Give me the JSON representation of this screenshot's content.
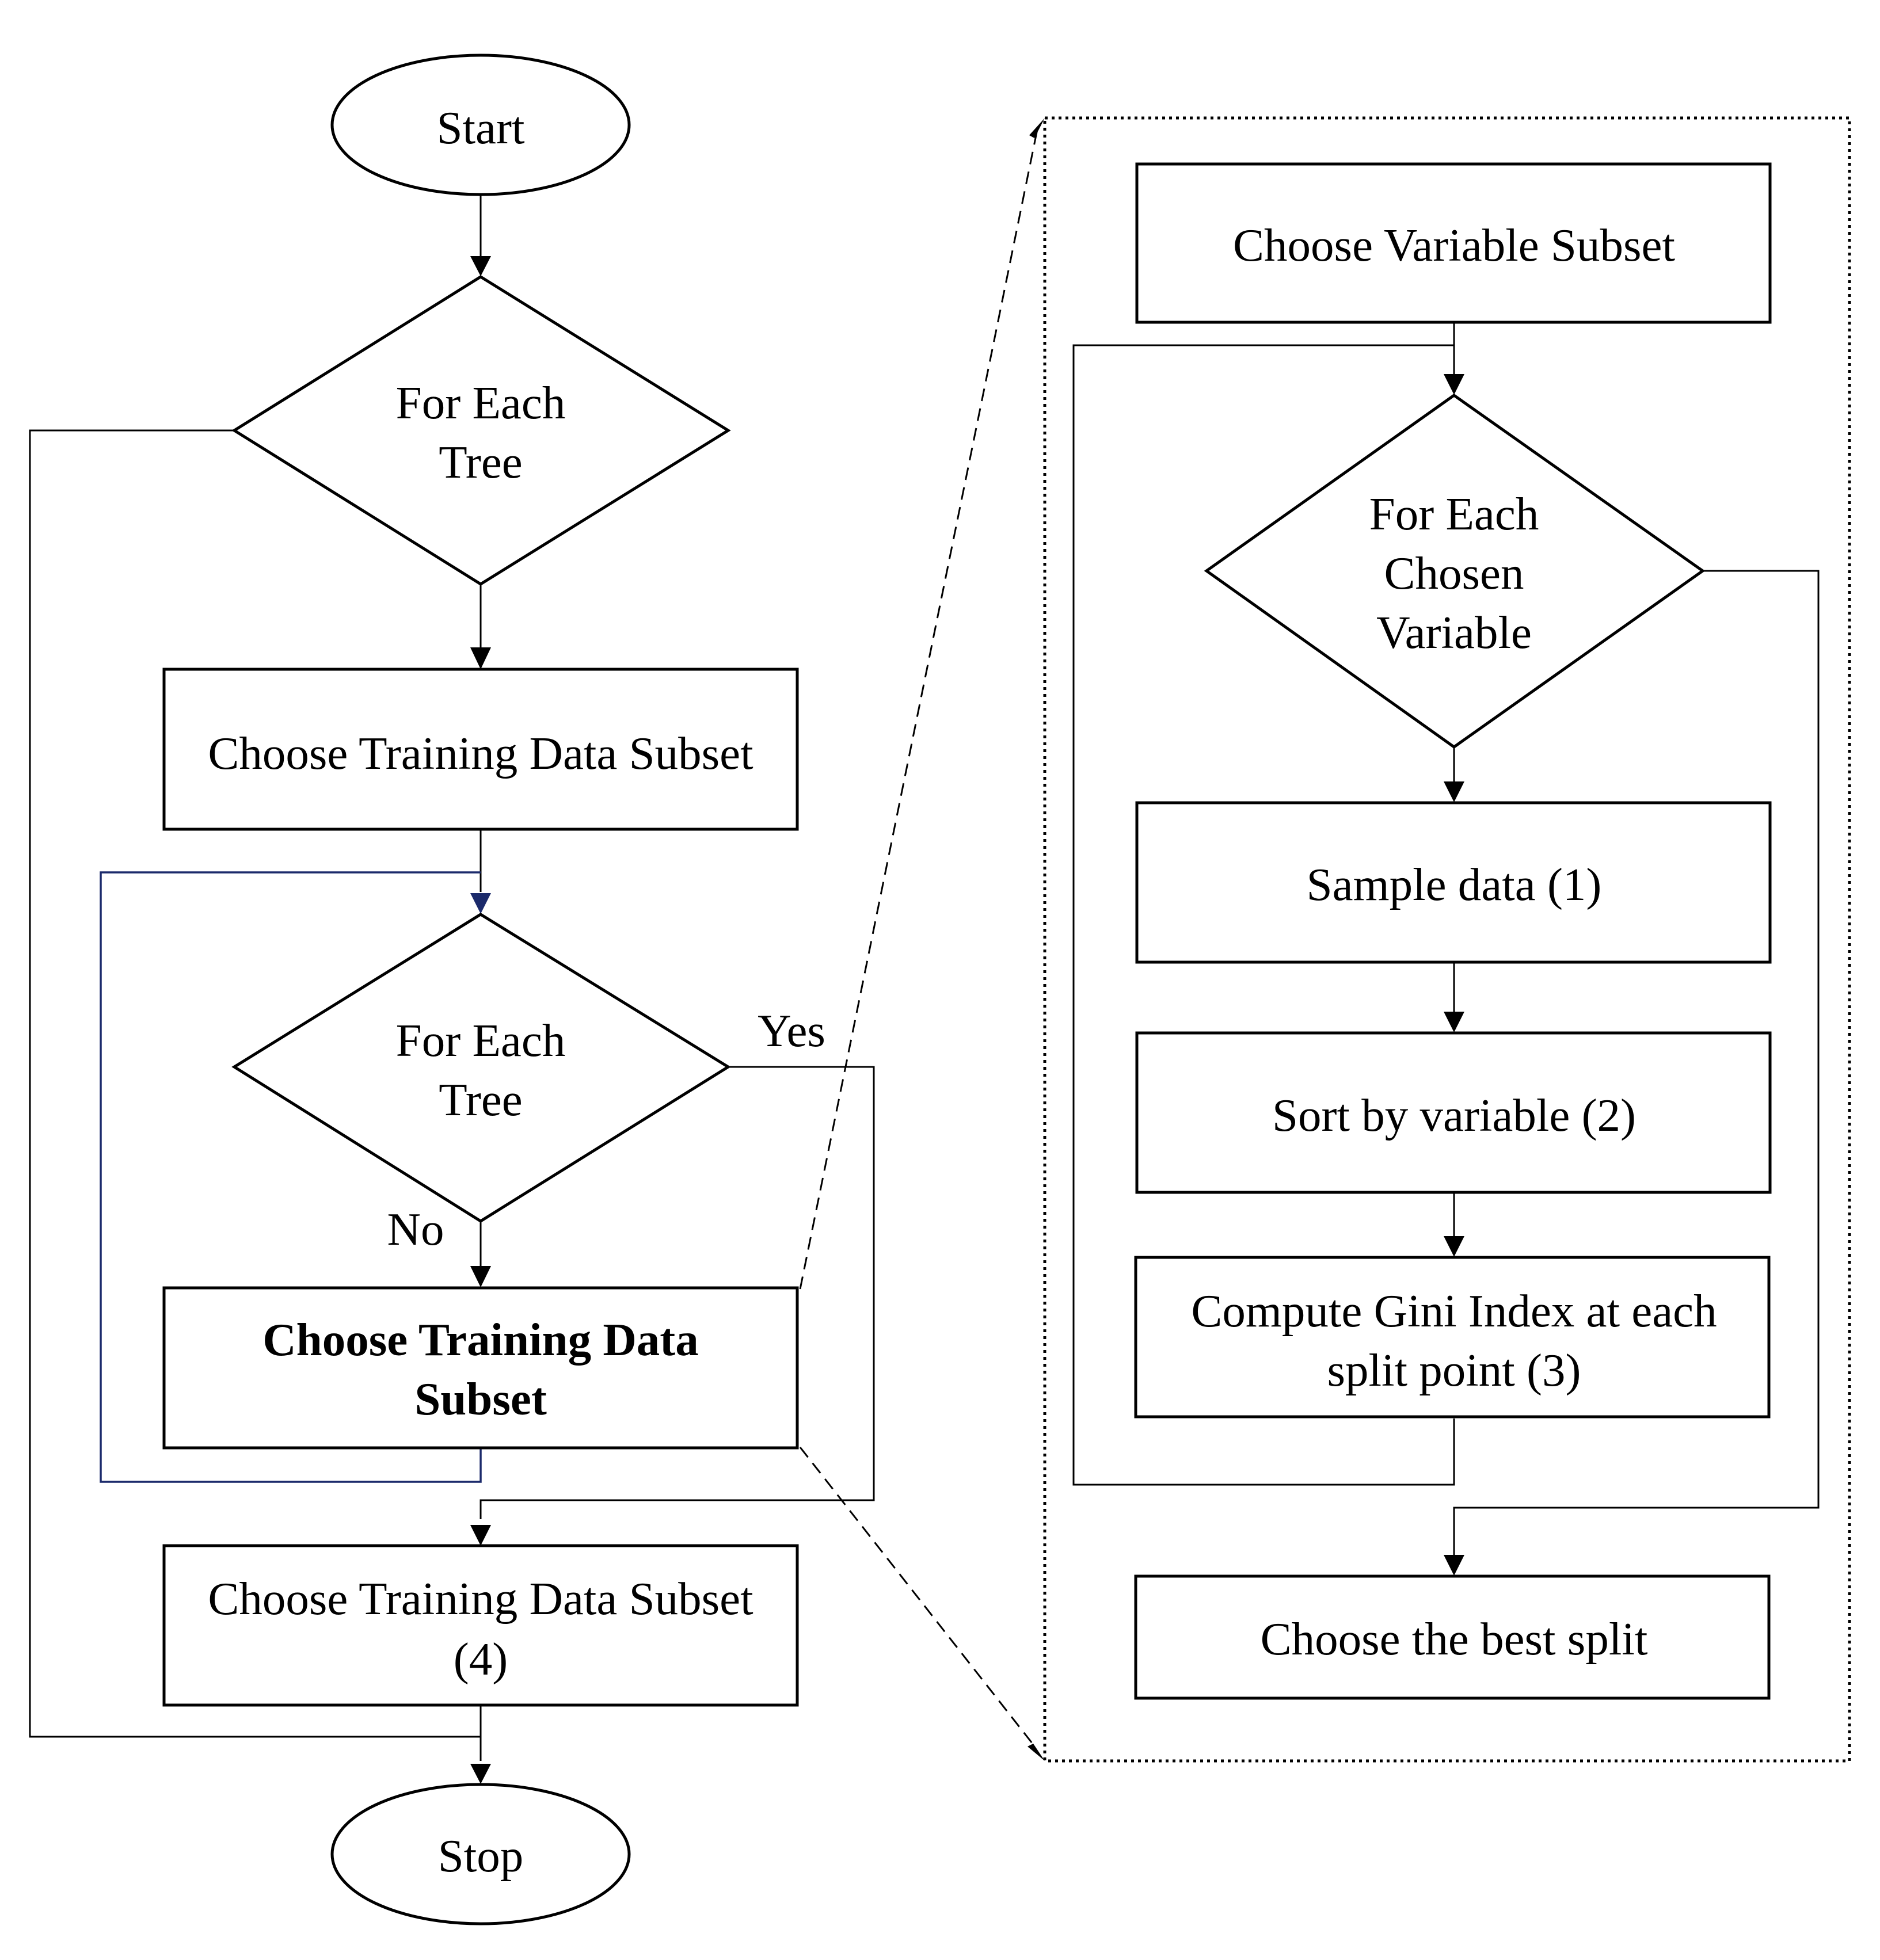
{
  "main_flow": {
    "start": "Start",
    "loop1": [
      "For Each",
      "Tree"
    ],
    "box1": "Choose Training Data Subset",
    "loop2": [
      "For Each",
      "Tree"
    ],
    "box2": [
      "Choose Training Data",
      "Subset"
    ],
    "box3": [
      "Choose Training Data Subset",
      "(4)"
    ],
    "stop": "Stop",
    "label_yes": "Yes",
    "label_no": "No"
  },
  "detail_flow": {
    "box_variable": "Choose Variable Subset",
    "loop_variable": [
      "For Each",
      "Chosen",
      "Variable"
    ],
    "sample": "Sample data (1)",
    "sort": "Sort by variable (2)",
    "gini": [
      "Compute Gini Index at each",
      "split point (3)"
    ],
    "best": "Choose the best split"
  },
  "colors": {
    "stroke": "#000000",
    "loop_highlight": "#1b2a6b",
    "background": "#ffffff"
  }
}
